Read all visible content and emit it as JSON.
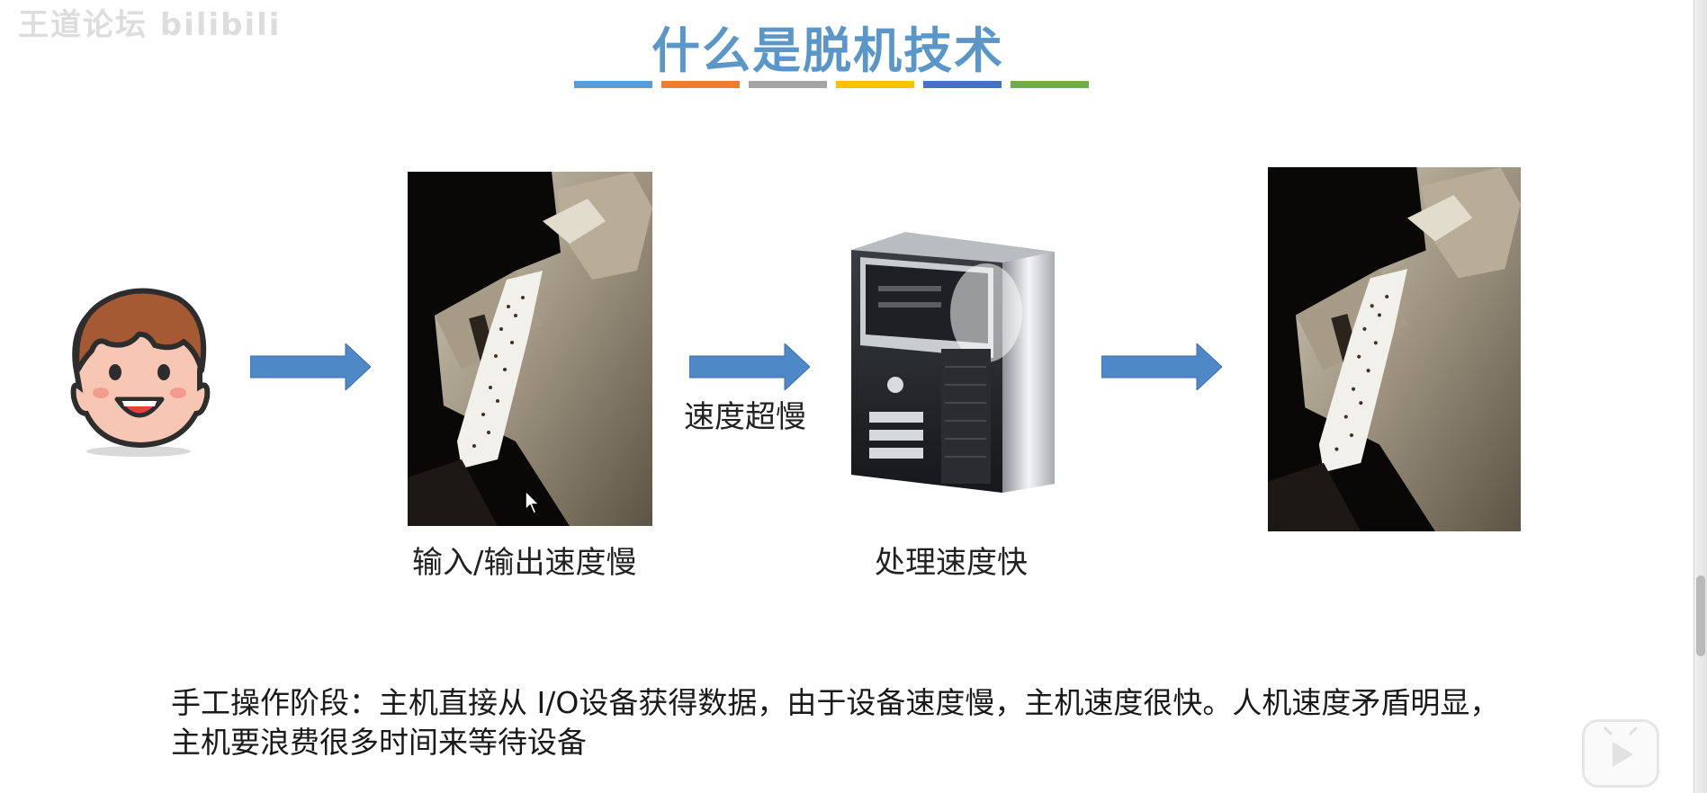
{
  "slide": {
    "watermark": "王道论坛 bilibili",
    "title": "什么是脱机技术",
    "title_bar_colors": [
      "#5b9bd5",
      "#ed7d31",
      "#a5a5a5",
      "#ffc000",
      "#4472c4",
      "#70ad47"
    ],
    "diagram": {
      "nodes": [
        {
          "icon": "smiling-person-icon",
          "label": ""
        },
        {
          "icon": "punched-card-reader-image",
          "label": "输入/输出速度慢"
        },
        {
          "icon": "computer-tower-icon",
          "label": "处理速度快"
        },
        {
          "icon": "punched-card-reader-image",
          "label": ""
        }
      ],
      "arrow_color": "#4f88c6",
      "middle_arrow_label": "速度超慢"
    },
    "description": "手工操作阶段：主机直接从 I/O设备获得数据，由于设备速度慢，主机速度很快。人机速度矛盾明显，主机要浪费很多时间来等待设备"
  },
  "player": {
    "play_icon": "play-icon"
  }
}
